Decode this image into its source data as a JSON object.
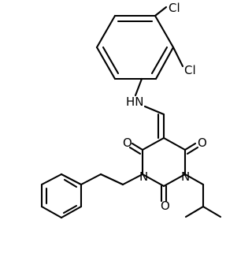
{
  "molecule": {
    "atoms": {
      "cl_ortho": "Cl",
      "cl_meta": "Cl",
      "amine": "HN",
      "oxo_left": "O",
      "oxo_right": "O",
      "oxo_bottom": "O",
      "ring_n_left": "N",
      "ring_n_right": "N"
    }
  }
}
